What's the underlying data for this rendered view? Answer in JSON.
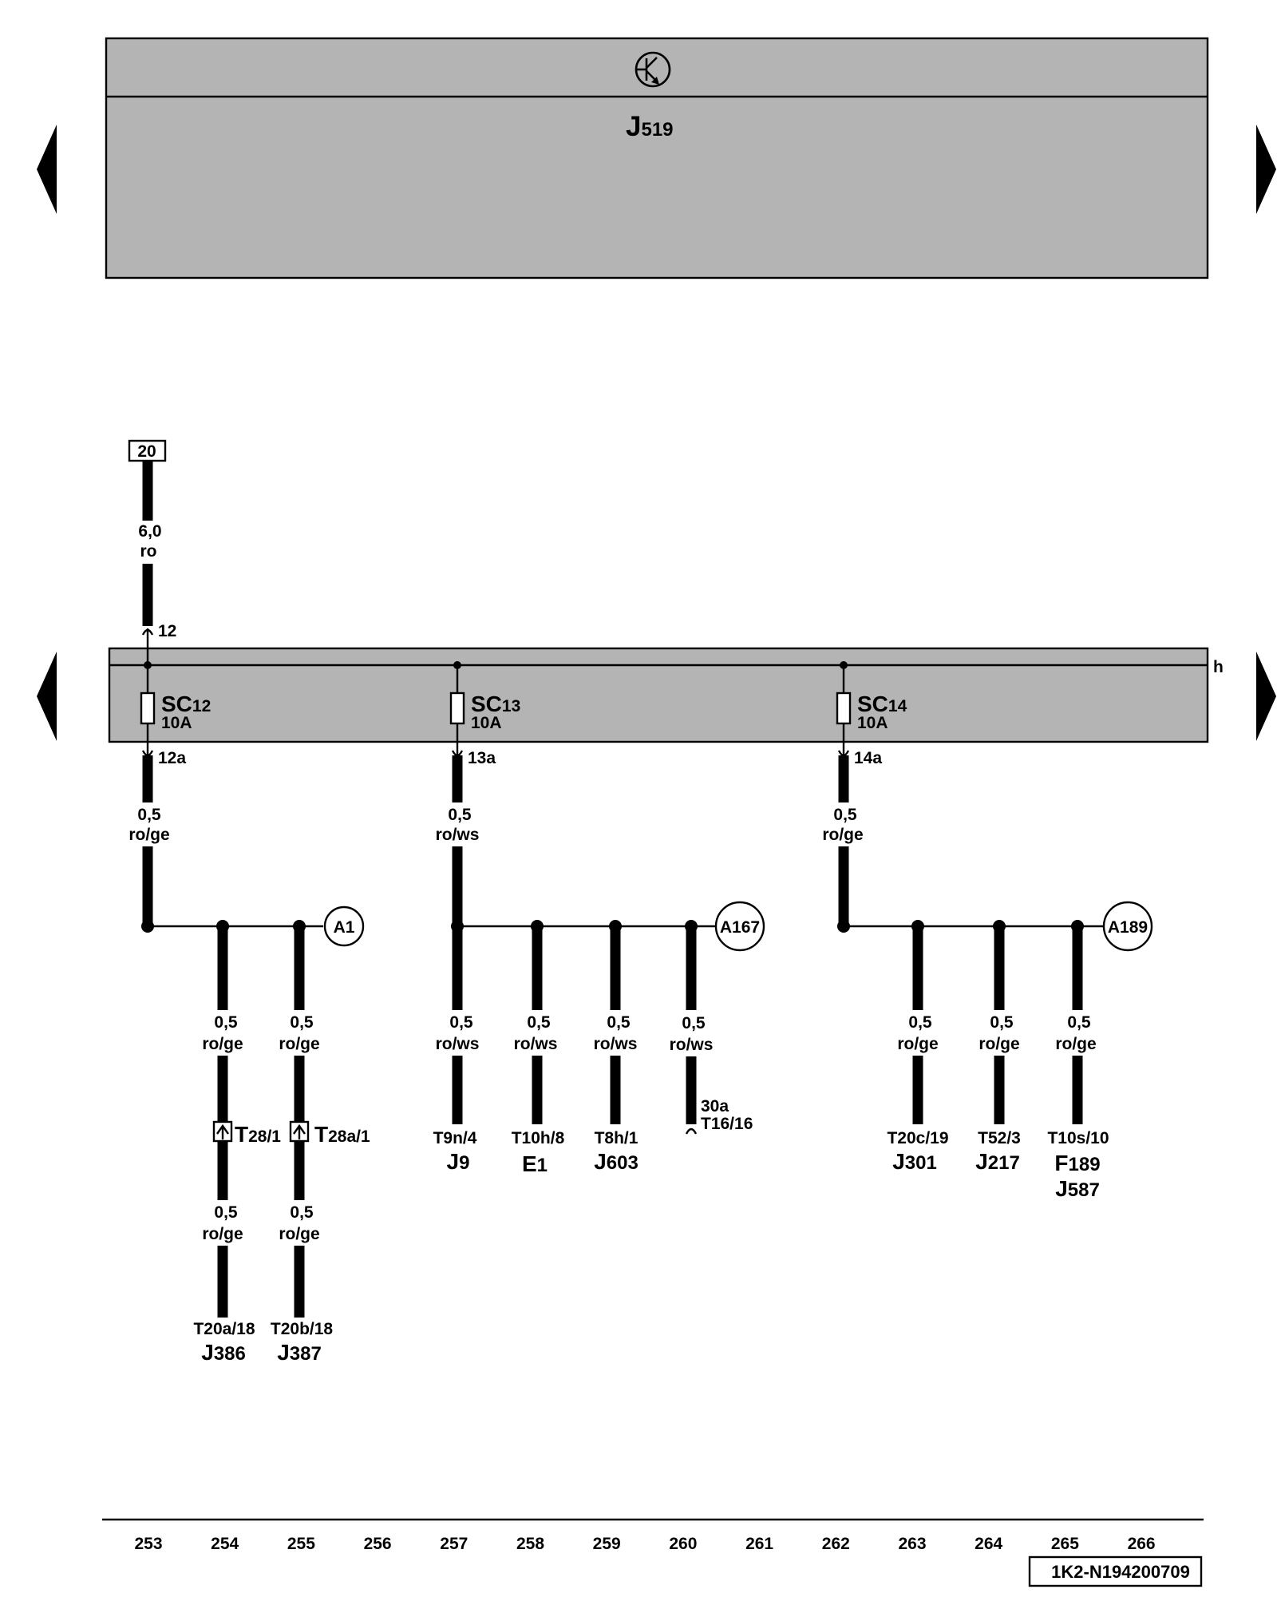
{
  "control_unit": {
    "name": "J",
    "sub": "519"
  },
  "source_box": "20",
  "feed": {
    "section": "6,0",
    "color": "ro",
    "terminal": "12"
  },
  "busbar_label": "h",
  "fuses": [
    {
      "id": "sc12",
      "name": "SC",
      "sub": "12",
      "rating": "10A",
      "out": "12a",
      "section": "0,5",
      "color": "ro/ge"
    },
    {
      "id": "sc13",
      "name": "SC",
      "sub": "13",
      "rating": "10A",
      "out": "13a",
      "section": "0,5",
      "color": "ro/ws"
    },
    {
      "id": "sc14",
      "name": "SC",
      "sub": "14",
      "rating": "10A",
      "out": "14a",
      "section": "0,5",
      "color": "ro/ge"
    }
  ],
  "nodes": [
    "A1",
    "A167",
    "A189"
  ],
  "branches": [
    {
      "id": "b1",
      "section": "0,5",
      "color": "ro/ge",
      "connector": "T",
      "connector_sub": "28/1",
      "section2": "0,5",
      "color2": "ro/ge",
      "pin": "T20a/18",
      "comp": "J",
      "comp_sub": "386"
    },
    {
      "id": "b2",
      "section": "0,5",
      "color": "ro/ge",
      "connector": "T",
      "connector_sub": "28a/1",
      "section2": "0,5",
      "color2": "ro/ge",
      "pin": "T20b/18",
      "comp": "J",
      "comp_sub": "387"
    },
    {
      "id": "b3",
      "section": "0,5",
      "color": "ro/ws",
      "pin": "T9n/4",
      "comp": "J",
      "comp_sub": "9"
    },
    {
      "id": "b4",
      "section": "0,5",
      "color": "ro/ws",
      "pin": "T10h/8",
      "comp": "E",
      "comp_sub": "1"
    },
    {
      "id": "b5",
      "section": "0,5",
      "color": "ro/ws",
      "pin": "T8h/1",
      "comp": "J",
      "comp_sub": "603"
    },
    {
      "id": "b6",
      "section": "0,5",
      "color": "ro/ws",
      "pin_line1": "30a",
      "pin_line2": "T16/16"
    },
    {
      "id": "b7",
      "section": "0,5",
      "color": "ro/ge",
      "pin": "T20c/19",
      "comp": "J",
      "comp_sub": "301"
    },
    {
      "id": "b8",
      "section": "0,5",
      "color": "ro/ge",
      "pin": "T52/3",
      "comp": "J",
      "comp_sub": "217"
    },
    {
      "id": "b9",
      "section": "0,5",
      "color": "ro/ge",
      "pin": "T10s/10",
      "comp": "F",
      "comp_sub": "189",
      "comp2": "J",
      "comp2_sub": "587"
    }
  ],
  "scale": [
    "253",
    "254",
    "255",
    "256",
    "257",
    "258",
    "259",
    "260",
    "261",
    "262",
    "263",
    "264",
    "265",
    "266"
  ],
  "doc_id": "1K2-N194200709"
}
